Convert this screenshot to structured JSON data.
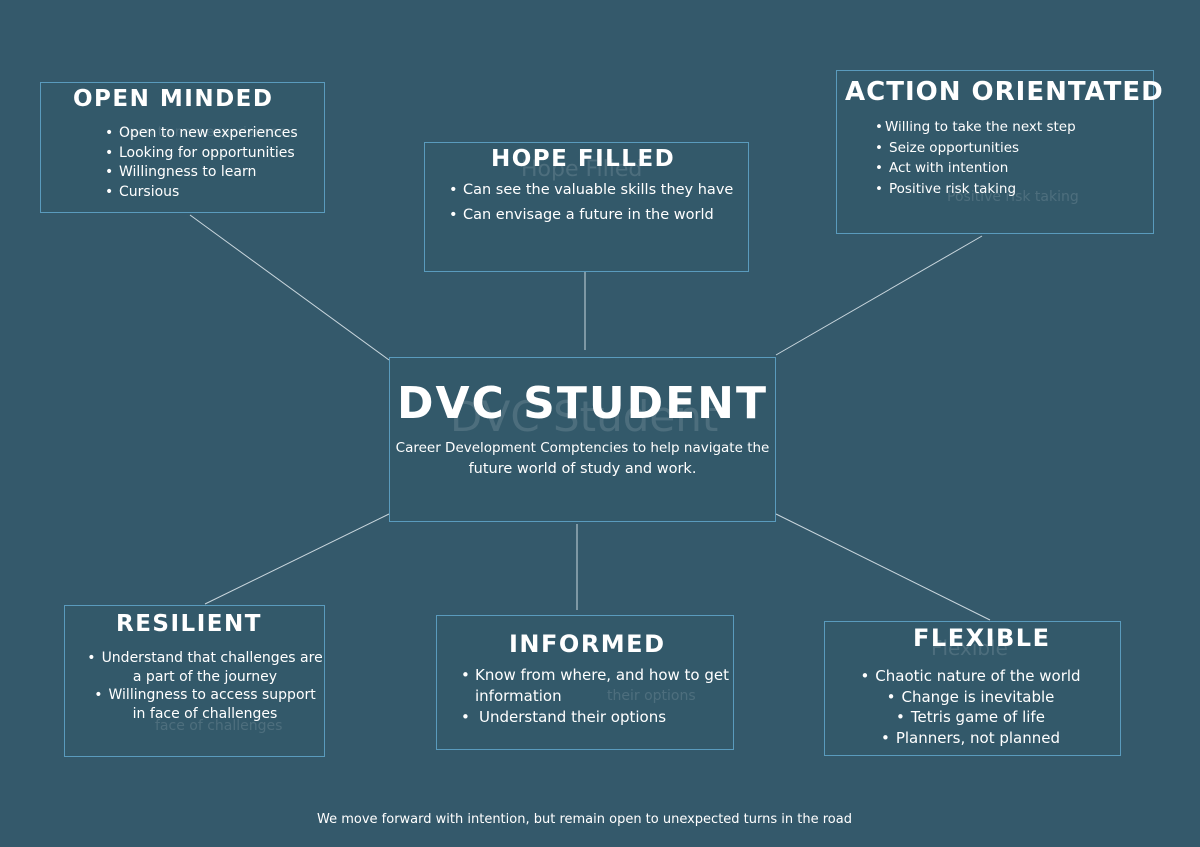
{
  "center": {
    "title": "DVC STUDENT",
    "line1": "Career Development Comptencies to help navigate the",
    "line2": "future world of study and work."
  },
  "boxes": {
    "open_minded": {
      "title": "OPEN MINDED",
      "bullets": [
        "Open to new experiences",
        "Looking for opportunities",
        "Willingness to learn",
        "Cursious"
      ]
    },
    "hope_filled": {
      "title": "HOPE FILLED",
      "bullets": [
        "Can see the valuable skills they have",
        "Can envisage a future in the world"
      ]
    },
    "action_orientated": {
      "title": "ACTION ORIENTATED",
      "bullets": [
        "Willing to take the next step",
        "Seize opportunities",
        "Act with intention",
        "Positive risk taking"
      ]
    },
    "resilient": {
      "title": "RESILIENT",
      "bullets": [
        "Understand that challenges are a part of the journey",
        "Willingness to access support in face of challenges"
      ]
    },
    "informed": {
      "title": "INFORMED",
      "bullets": [
        "Know from where, and how to get information",
        "Understand their options"
      ]
    },
    "flexible": {
      "title": "FLEXIBLE",
      "bullets": [
        "Chaotic nature of the world",
        "Change is inevitable",
        "Tetris game of life",
        "Planners, not planned"
      ]
    }
  },
  "footer": "We move forward with intention, but remain open to unexpected turns in the road",
  "colors": {
    "background": "#34596b",
    "border": "#5a9bbd",
    "text": "#ffffff"
  }
}
